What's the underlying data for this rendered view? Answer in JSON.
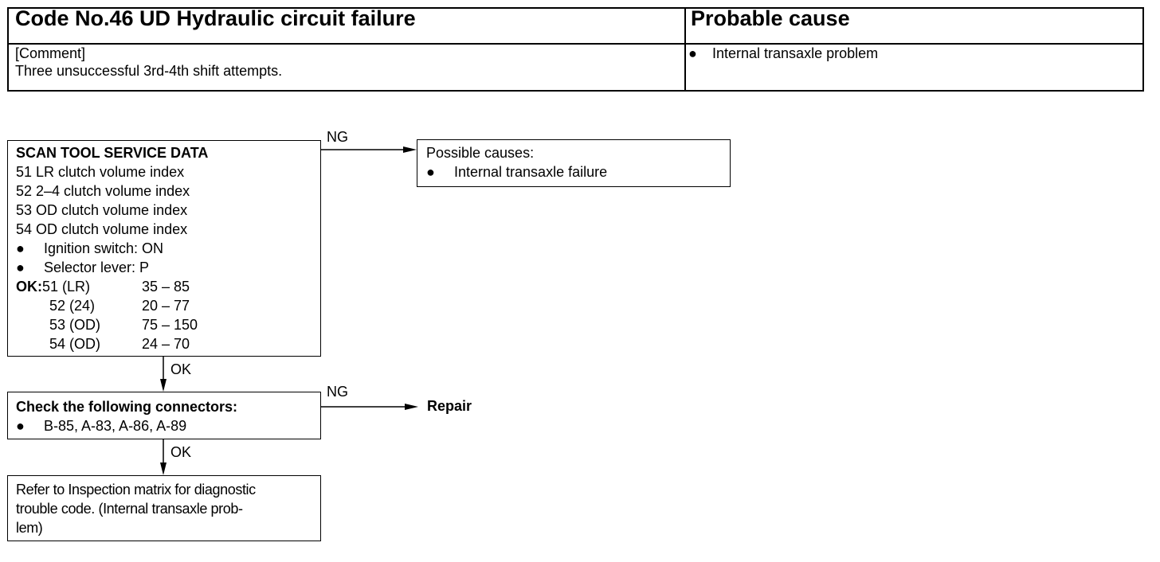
{
  "header": {
    "title": "Code No.46 UD Hydraulic circuit failure",
    "cause_title": "Probable cause",
    "comment_label": "[Comment]",
    "comment_text": "Three unsuccessful 3rd-4th shift attempts.",
    "cause_items": [
      "Internal transaxle problem"
    ]
  },
  "scan_box": {
    "title": "SCAN TOOL SERVICE DATA",
    "lines": [
      "51 LR clutch volume index",
      "52 2–4 clutch volume index",
      "53 OD clutch volume index",
      "54 OD clutch volume index"
    ],
    "bullets": [
      "Ignition switch: ON",
      "Selector lever: P"
    ],
    "ok_label": "OK:",
    "ok_rows": [
      {
        "code": "51 (LR)",
        "range": "35 – 85"
      },
      {
        "code": "52 (24)",
        "range": "20 – 77"
      },
      {
        "code": "53 (OD)",
        "range": "75 – 150"
      },
      {
        "code": "54 (OD)",
        "range": "24 – 70"
      }
    ]
  },
  "possible_causes_box": {
    "title": "Possible causes:",
    "items": [
      "Internal transaxle failure"
    ]
  },
  "connector_box": {
    "title": "Check the following connectors:",
    "items": [
      "B-85, A-83, A-86, A-89"
    ]
  },
  "refer_box": {
    "lines": [
      "Refer to Inspection matrix for diagnostic",
      "trouble code. (Internal transaxle prob-",
      "lem)"
    ]
  },
  "flow_labels": {
    "ng1": "NG",
    "ok1": "OK",
    "ng2": "NG",
    "ok2": "OK",
    "repair": "Repair"
  }
}
